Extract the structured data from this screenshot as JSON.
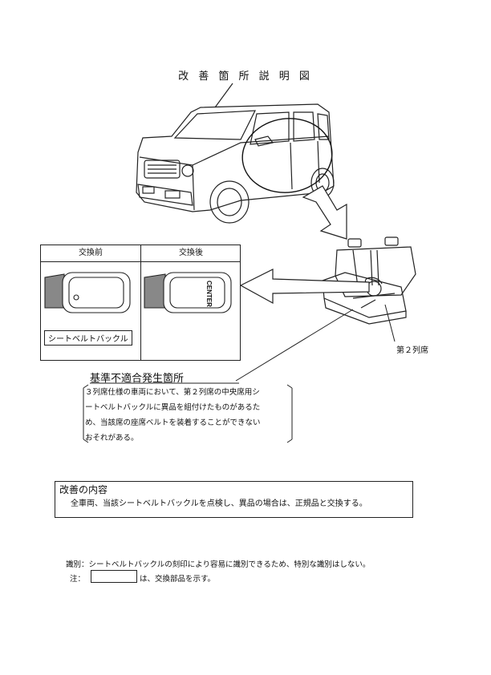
{
  "title": "改 善 箇 所 説 明 図",
  "before_label": "交換前",
  "after_label": "交換後",
  "buckle_stamp": "CENTER",
  "seatbelt_buckle_label": "シートベルトバックル",
  "row2_label": "第２列席",
  "issue_title": "基準不適合発生箇所",
  "issue_lines": [
    "３列席仕様の車両において、第２列席の中央席用シ",
    "ートベルトバックルに異品を組付けたものがあるた",
    "め、当該席の座席ベルトを装着することができない",
    "おそれがある。"
  ],
  "improvement_title": "改善の内容",
  "improvement_text": "全車両、当該シートベルトバックルを点検し、異品の場合は、正規品と交換する。",
  "note_identification": "識別：シートベルトバックルの刻印により容易に識別できるため、特別な識別はしない。",
  "note_prefix": "注：",
  "note_suffix": "は、交換部品を示す。"
}
